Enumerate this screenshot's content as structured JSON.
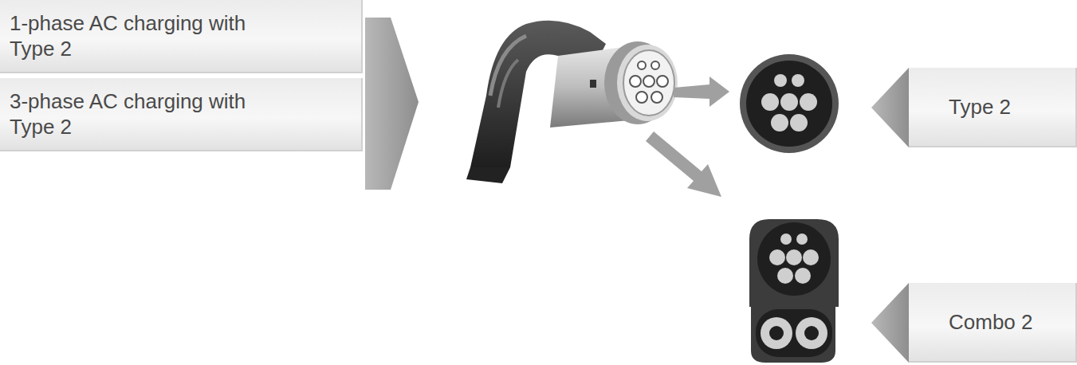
{
  "diagram": {
    "nodes": [
      {
        "text": [
          "1-phase AC charging with Type 2"
        ]
      },
      {
        "text": [
          "3-phase AC charging with Type 2"
        ]
      },
      {
        "text": [
          "Type 2"
        ]
      },
      {
        "text": [
          "Combo 2"
        ]
      }
    ]
  }
}
